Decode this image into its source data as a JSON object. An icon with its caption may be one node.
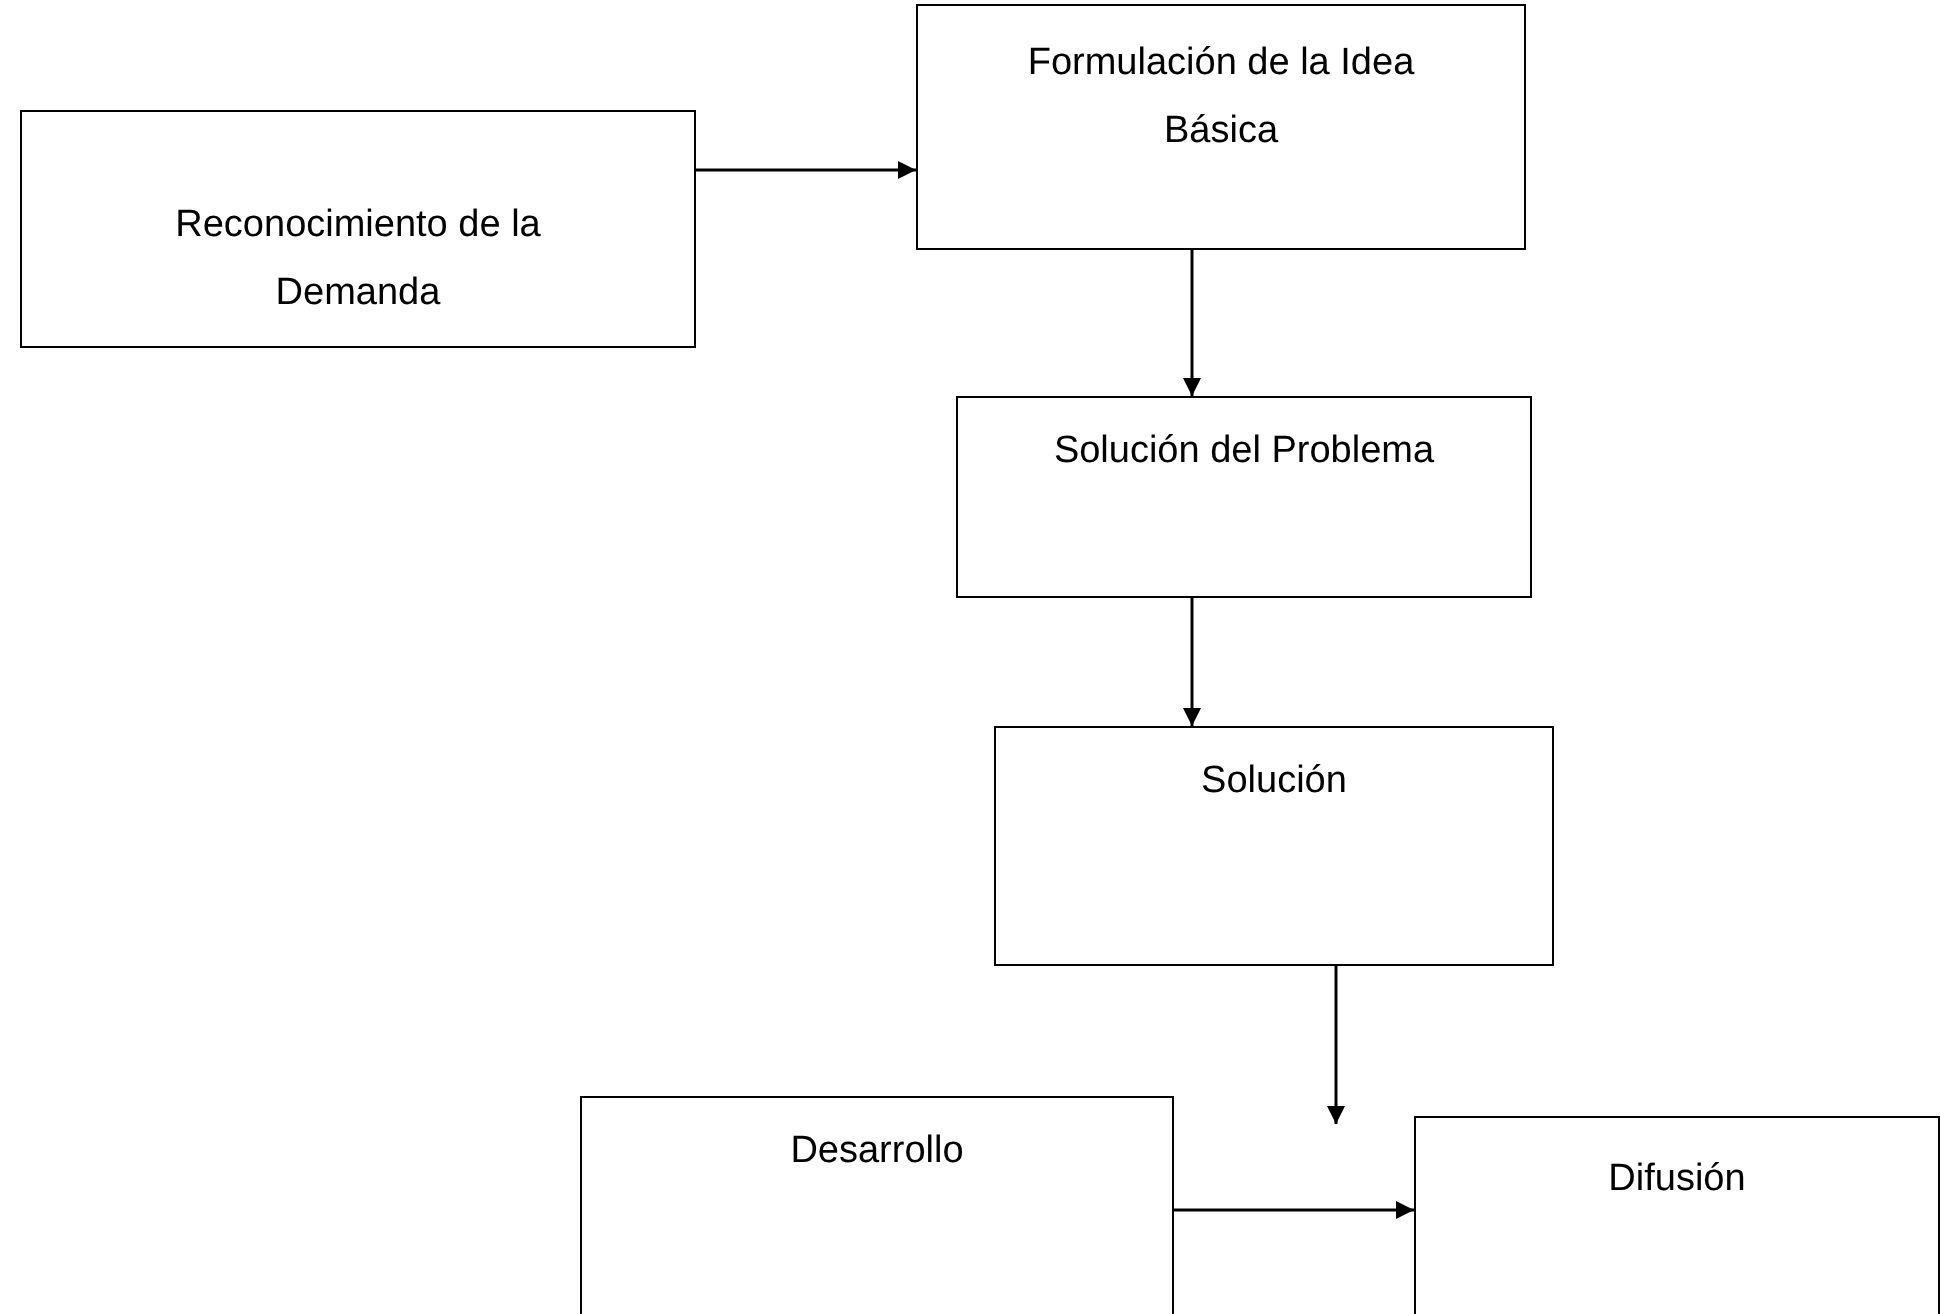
{
  "diagram": {
    "nodes": [
      {
        "text": [
          "Reconocimiento de la Demanda"
        ]
      },
      {
        "text": [
          "Formulación de la Idea Básica"
        ]
      },
      {
        "text": [
          "Solución del Problema"
        ]
      },
      {
        "text": [
          "Solución"
        ]
      },
      {
        "text": [
          "Desarrollo"
        ]
      },
      {
        "text": [
          "Difusión"
        ]
      }
    ],
    "edges": [
      {
        "from": 0,
        "to": 1,
        "arrow": "to"
      },
      {
        "from": 1,
        "to": 2,
        "arrow": "to"
      },
      {
        "from": 2,
        "to": 3,
        "arrow": "to"
      },
      {
        "from": 3,
        "to": null,
        "arrow": "to"
      },
      {
        "from": 4,
        "to": 5,
        "arrow": "to"
      }
    ]
  }
}
